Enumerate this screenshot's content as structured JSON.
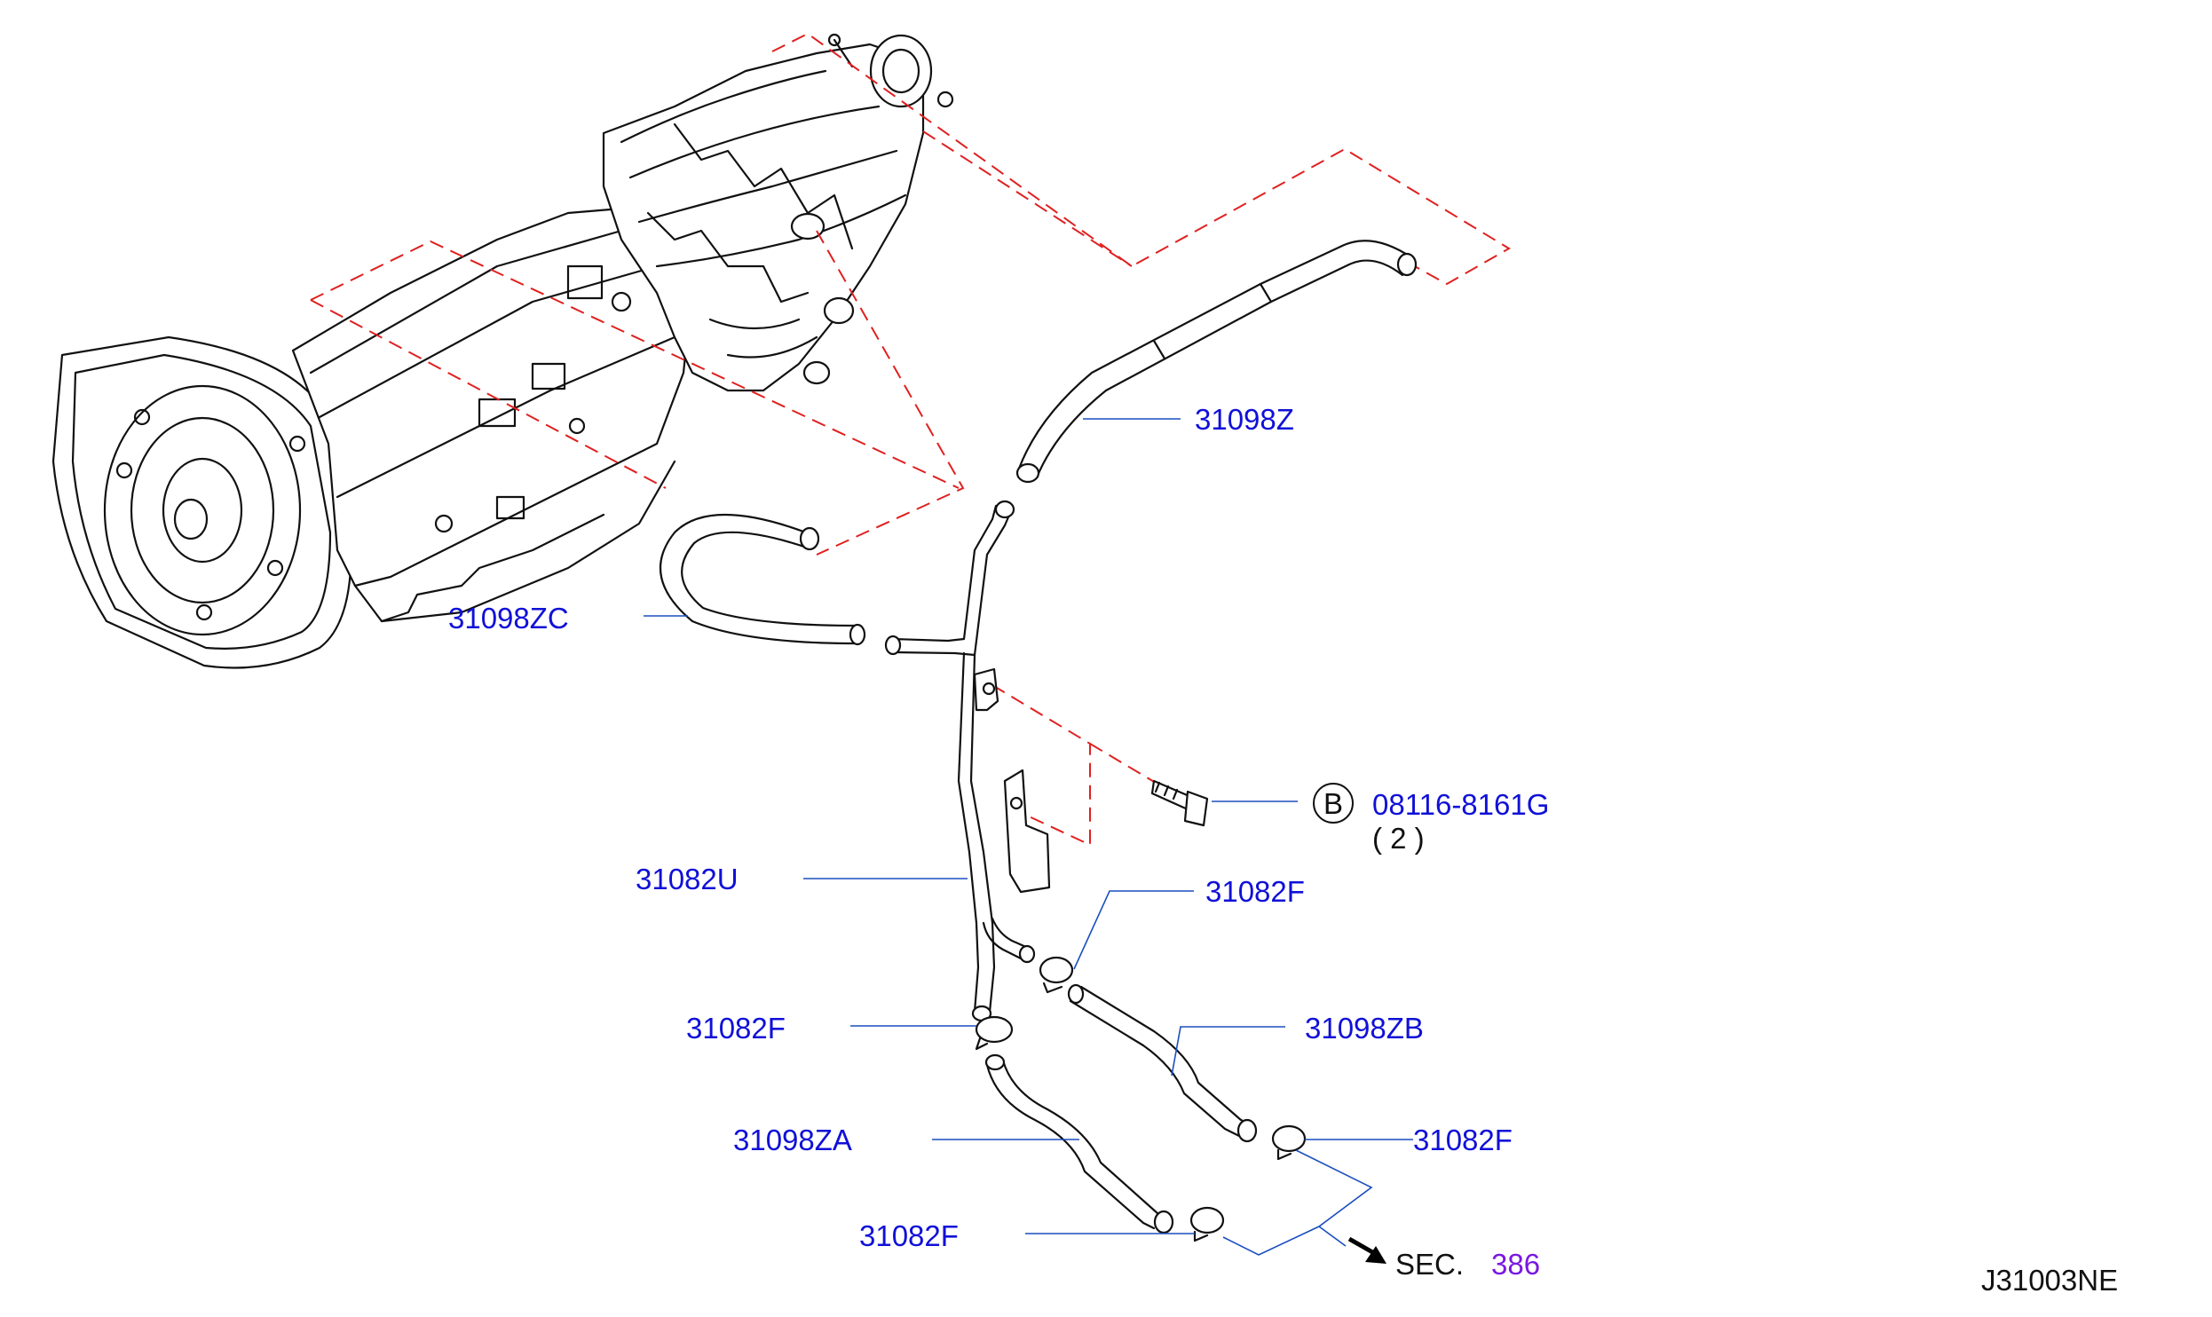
{
  "diagram": {
    "code": "J31003NE",
    "parts": [
      {
        "id": "p_31098Z",
        "label": "31098Z"
      },
      {
        "id": "p_31098ZC",
        "label": "31098ZC"
      },
      {
        "id": "p_31082U",
        "label": "31082U"
      },
      {
        "id": "p_31082F_a",
        "label": "31082F"
      },
      {
        "id": "p_31082F_b",
        "label": "31082F"
      },
      {
        "id": "p_31098ZB",
        "label": "31098ZB"
      },
      {
        "id": "p_31098ZA",
        "label": "31098ZA"
      },
      {
        "id": "p_31082F_c",
        "label": "31082F"
      },
      {
        "id": "p_31082F_d",
        "label": "31082F"
      }
    ],
    "bolt": {
      "badge": "B",
      "label": "08116-8161G",
      "qty": "( 2 )"
    },
    "section_ref": {
      "prefix": "SEC.",
      "number": "386"
    },
    "colors": {
      "label": "#1010d8",
      "reference": "#7a18e0",
      "phantom": "#e02020",
      "leader": "#1a4fbf",
      "line": "#111111"
    }
  }
}
